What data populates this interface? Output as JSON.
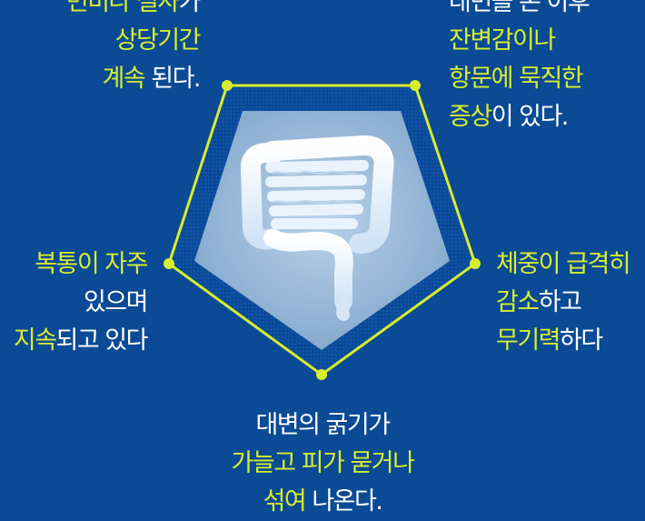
{
  "colors": {
    "background": "#0b4a94",
    "accent": "#d7ee2f",
    "text": "#ffffff",
    "inner_panel": "#8fb3d3"
  },
  "symptoms": {
    "top_left": {
      "l1_hl": "변비나 설사",
      "l1_wh": "가",
      "l2_hl": "상당기간",
      "l3_hl": "계속",
      "l3_wh": " 된다."
    },
    "top_right": {
      "l1_wh": "대변을 본 이후",
      "l2_hl": "잔변감이나",
      "l3_hl": "항문에 묵직한",
      "l4_hl": "증상",
      "l4_wh": "이 있다."
    },
    "left": {
      "l1_hl": "복통이 자주",
      "l2_wh": "있으며",
      "l3_hl": "지속",
      "l3_wh": "되고 있다"
    },
    "right": {
      "l1_hl": "체중이 급격히",
      "l2_hl": "감소",
      "l2_wh": "하고",
      "l3_hl": "무기력",
      "l3_wh": "하다"
    },
    "bottom": {
      "l1_wh": "대변의 굵기가",
      "l2_hl": "가늘고 피가 묻거나",
      "l3_hl": "섞여",
      "l3_wh": " 나온다."
    }
  },
  "icons": {
    "center": "intestine-icon"
  }
}
